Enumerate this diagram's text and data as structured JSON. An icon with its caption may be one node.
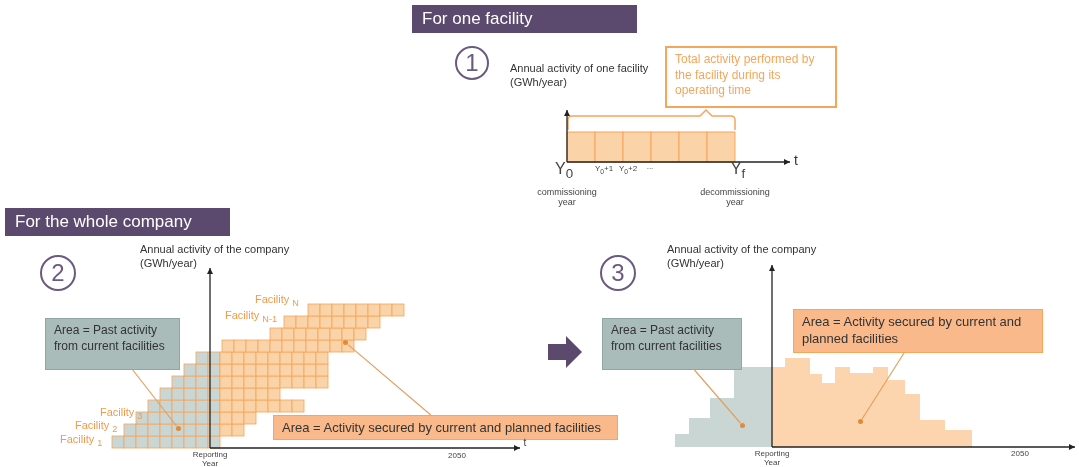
{
  "diagram": {
    "nodes": [
      {
        "text": [
          "For one facility"
        ]
      },
      {
        "text": [
          "1"
        ]
      },
      {
        "text": [
          "Total activity performed by the facility during its operating time"
        ]
      },
      {
        "text": [
          "For the whole company"
        ]
      },
      {
        "text": [
          "2"
        ]
      },
      {
        "text": [
          "Area = Past activity from current facilities"
        ]
      },
      {
        "text": [],
        "shape": "circle"
      },
      {
        "text": [
          "Area = Activity secured by current and planned  facilities"
        ]
      },
      {
        "text": [],
        "shape": "circle"
      },
      {
        "text": [
          "3"
        ]
      },
      {
        "text": [
          "Area = Past activity from current facilities"
        ]
      },
      {
        "text": [],
        "shape": "circle"
      },
      {
        "text": [
          "Area = Activity secured by current and planned  facilities"
        ]
      },
      {
        "text": [],
        "shape": "circle"
      }
    ],
    "edges": [
      {
        "from": 5,
        "to": 6,
        "arrow": "none"
      },
      {
        "from": 7,
        "to": 8,
        "arrow": "none"
      },
      {
        "from": 10,
        "to": 11,
        "arrow": "none"
      },
      {
        "from": 12,
        "to": 13,
        "arrow": "none"
      }
    ],
    "labels": [
      "Annual activity of one facility (GWh/year)",
      "Y$_{0}$",
      "Y$_{0}$+1",
      "Y$_{0}$+2",
      "...",
      "Y$_{f}$",
      "t",
      "commissioning year",
      "decommissioning year",
      "Annual activity of the company (GWh/year)",
      "Facility $_{N}$",
      "Facility $_{N-1}$",
      "Facility $_{3}$",
      "Facility $_{2}$",
      "Facility $_{1}$",
      "Reporting Year",
      "2050",
      "t",
      "Annual activity of the company (GWh/year)",
      "Reporting Year",
      "2050"
    ]
  }
}
